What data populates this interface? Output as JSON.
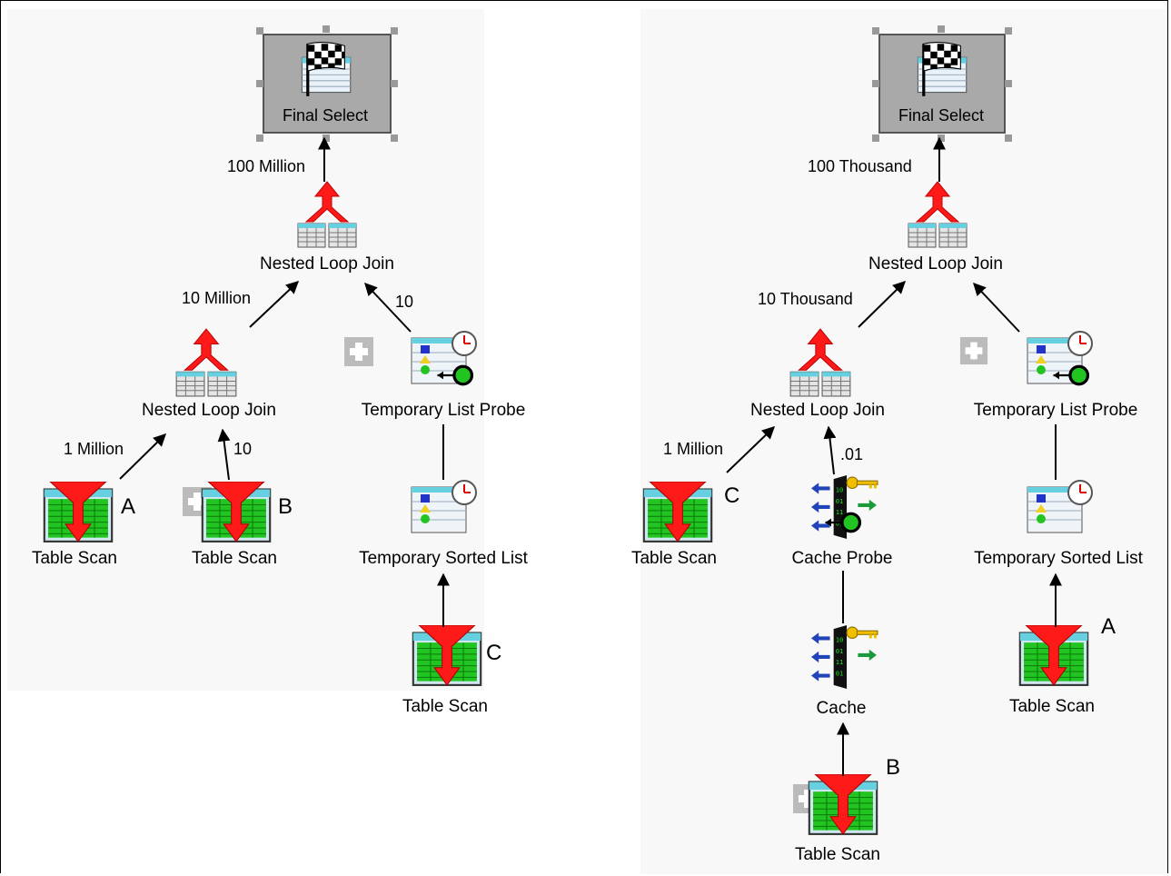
{
  "plans": [
    {
      "name": "left",
      "final_select": {
        "label": "Final Select"
      },
      "edges": [
        {
          "label": "100 Million"
        },
        {
          "label": "10 Million"
        },
        {
          "label": "10"
        },
        {
          "label": "1 Million"
        },
        {
          "label": "10"
        }
      ],
      "nodes": {
        "top_join": "Nested Loop Join",
        "inner_join": "Nested Loop Join",
        "list_probe": "Temporary List Probe",
        "sorted_list": "Temporary Sorted List",
        "scan_a": "Table Scan",
        "scan_b": "Table Scan",
        "scan_c": "Table Scan"
      },
      "letters": {
        "a": "A",
        "b": "B",
        "c": "C"
      }
    },
    {
      "name": "right",
      "final_select": {
        "label": "Final Select"
      },
      "edges": [
        {
          "label": "100 Thousand"
        },
        {
          "label": "10 Thousand"
        },
        {
          "label": "1 Million"
        },
        {
          "label": ".01"
        }
      ],
      "nodes": {
        "top_join": "Nested Loop Join",
        "inner_join": "Nested Loop Join",
        "list_probe": "Temporary List Probe",
        "sorted_list": "Temporary Sorted List",
        "cache_probe": "Cache Probe",
        "cache": "Cache",
        "scan_c": "Table Scan",
        "scan_b": "Table Scan",
        "scan_a": "Table Scan"
      },
      "letters": {
        "c": "C",
        "b": "B",
        "a": "A"
      }
    }
  ],
  "colors": {
    "join_arrow": "#ff1a1a",
    "scan_green": "#22c422",
    "scan_cyan": "#66d0e0",
    "select_box": "#a9a9a9",
    "handle": "#999999",
    "panel_bg": "#f8f8f8"
  },
  "icons": [
    "checkered-flag-icon",
    "join-icon",
    "table-scan-icon",
    "temp-list-icon",
    "cache-icon",
    "expand-plus-icon"
  ]
}
